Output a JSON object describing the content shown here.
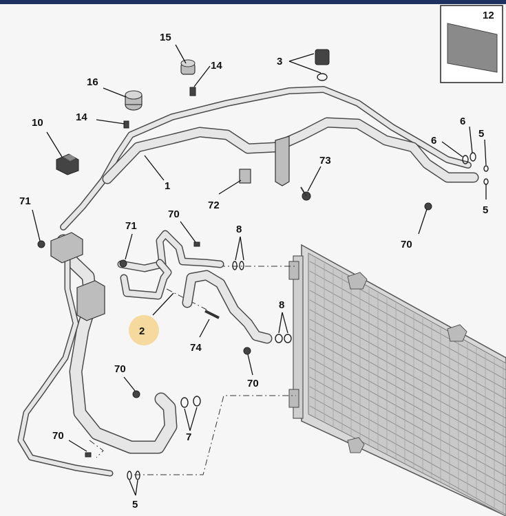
{
  "labels": {
    "l1": "1",
    "l2": "2",
    "l3": "3",
    "l5a": "5",
    "l5b": "5",
    "l5c": "5",
    "l6a": "6",
    "l6b": "6",
    "l7": "7",
    "l8a": "8",
    "l8b": "8",
    "l10": "10",
    "l12": "12",
    "l14a": "14",
    "l14b": "14",
    "l15": "15",
    "l16": "16",
    "l70a": "70",
    "l70b": "70",
    "l70c": "70",
    "l70d": "70",
    "l70e": "70",
    "l71a": "71",
    "l71b": "71",
    "l72": "72",
    "l73": "73",
    "l74": "74"
  },
  "colors": {
    "top_bar": "#1f3160",
    "highlight": "#f5d28a",
    "background": "#f6f6f6"
  }
}
